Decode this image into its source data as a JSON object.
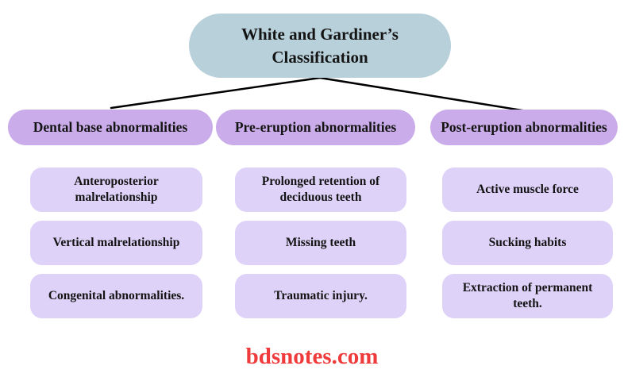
{
  "title": "White and Gardiner’s Classification",
  "columns": [
    {
      "header": "Dental base abnormalities",
      "items": [
        "Anteroposterior malrelationship",
        "Vertical malrelationship",
        "Congenital abnormalities."
      ]
    },
    {
      "header": "Pre-eruption abnormalities",
      "items": [
        "Prolonged retention of deciduous teeth",
        "Missing teeth",
        "Traumatic injury."
      ]
    },
    {
      "header": "Post-eruption abnormalities",
      "items": [
        "Active muscle force",
        "Sucking habits",
        "Extraction of permanent teeth."
      ]
    }
  ],
  "footer": {
    "text": "bdsnotes.com"
  },
  "colors": {
    "root_fill": "#b8d0da",
    "header_fill": "#c9ace9",
    "item_fill": "#ded2f8",
    "text": "#141414",
    "footer": "#ef3b3b",
    "line": "#000000"
  }
}
